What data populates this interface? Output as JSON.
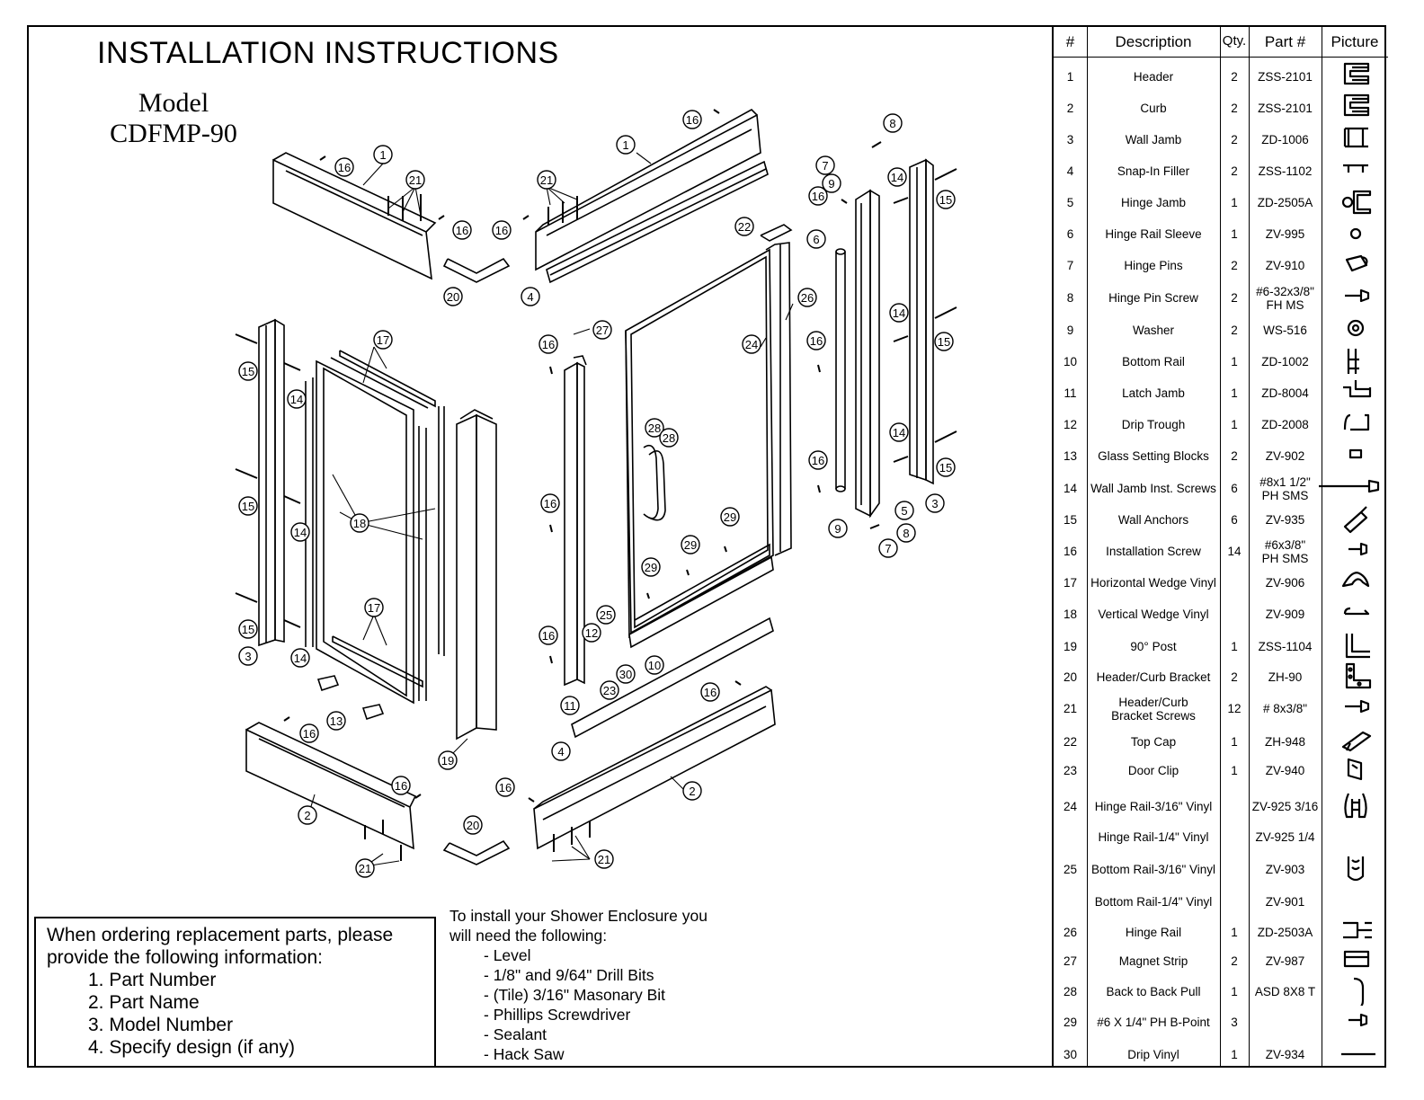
{
  "header": {
    "title": "INSTALLATION INSTRUCTIONS",
    "model_label": "Model",
    "model_number": "CDFMP-90"
  },
  "ordering": {
    "intro": [
      "When ordering replacement parts, please",
      "provide the following information:"
    ],
    "steps": [
      "1. Part Number",
      "2. Part Name",
      "3. Model Number",
      "4. Specify design (if any)"
    ]
  },
  "tools": {
    "intro": [
      "To install your Shower Enclosure you",
      "will need the following:"
    ],
    "items": [
      "- Level",
      "- 1/8\" and 9/64\" Drill Bits",
      "- (Tile) 3/16\" Masonary Bit",
      "- Phillips Screwdriver",
      "- Sealant",
      "- Hack Saw"
    ]
  },
  "parts_table": {
    "headers": [
      "#",
      "Description",
      "Qty.",
      "Part #",
      "Picture"
    ],
    "rows": [
      {
        "num": "1",
        "desc": "Header",
        "qty": "2",
        "part": "ZSS-2101",
        "icon": "header-profile-icon"
      },
      {
        "num": "2",
        "desc": "Curb",
        "qty": "2",
        "part": "ZSS-2101",
        "icon": "curb-profile-icon"
      },
      {
        "num": "3",
        "desc": "Wall Jamb",
        "qty": "2",
        "part": "ZD-1006",
        "icon": "wall-jamb-profile-icon"
      },
      {
        "num": "4",
        "desc": "Snap-In Filler",
        "qty": "2",
        "part": "ZSS-1102",
        "icon": "snap-in-filler-icon"
      },
      {
        "num": "5",
        "desc": "Hinge Jamb",
        "qty": "1",
        "part": "ZD-2505A",
        "icon": "hinge-jamb-icon"
      },
      {
        "num": "6",
        "desc": "Hinge Rail Sleeve",
        "qty": "1",
        "part": "ZV-995",
        "icon": "ring-icon"
      },
      {
        "num": "7",
        "desc": "Hinge Pins",
        "qty": "2",
        "part": "ZV-910",
        "icon": "hinge-pin-icon"
      },
      {
        "num": "8",
        "desc": "Hinge Pin Screw",
        "qty": "2",
        "part": "#6-32x3/8\"\nFH MS",
        "icon": "flat-screw-icon"
      },
      {
        "num": "9",
        "desc": "Washer",
        "qty": "2",
        "part": "WS-516",
        "icon": "washer-icon"
      },
      {
        "num": "10",
        "desc": "Bottom Rail",
        "qty": "1",
        "part": "ZD-1002",
        "icon": "bottom-rail-icon"
      },
      {
        "num": "11",
        "desc": "Latch Jamb",
        "qty": "1",
        "part": "ZD-8004",
        "icon": "latch-jamb-icon"
      },
      {
        "num": "12",
        "desc": "Drip Trough",
        "qty": "1",
        "part": "ZD-2008",
        "icon": "drip-trough-icon"
      },
      {
        "num": "13",
        "desc": "Glass Setting Blocks",
        "qty": "2",
        "part": "ZV-902",
        "icon": "block-icon"
      },
      {
        "num": "14",
        "desc": "Wall Jamb Inst. Screws",
        "qty": "6",
        "part": "#8x1 1/2\"\nPH SMS",
        "icon": "long-screw-icon"
      },
      {
        "num": "15",
        "desc": "Wall Anchors",
        "qty": "6",
        "part": "ZV-935",
        "icon": "anchor-icon"
      },
      {
        "num": "16",
        "desc": "Installation Screw",
        "qty": "14",
        "part": "#6x3/8\"\nPH SMS",
        "icon": "short-screw-icon"
      },
      {
        "num": "17",
        "desc": "Horizontal Wedge Vinyl",
        "qty": "",
        "part": "ZV-906",
        "icon": "wedge-vinyl-icon"
      },
      {
        "num": "18",
        "desc": "Vertical Wedge Vinyl",
        "qty": "",
        "part": "ZV-909",
        "icon": "vertical-vinyl-icon"
      },
      {
        "num": "19",
        "desc": "90° Post",
        "qty": "1",
        "part": "ZSS-1104",
        "icon": "post-profile-icon"
      },
      {
        "num": "20",
        "desc": "Header/Curb Bracket",
        "qty": "2",
        "part": "ZH-90",
        "icon": "bracket-icon"
      },
      {
        "num": "21",
        "desc": "Header/Curb\nBracket Screws",
        "qty": "12",
        "part": "# 8x3/8\"",
        "icon": "bracket-screw-icon"
      },
      {
        "num": "22",
        "desc": "Top Cap",
        "qty": "1",
        "part": "ZH-948",
        "icon": "top-cap-icon"
      },
      {
        "num": "23",
        "desc": "Door Clip",
        "qty": "1",
        "part": "ZV-940",
        "icon": "door-clip-icon"
      },
      {
        "num": "24",
        "desc": "Hinge Rail-3/16\" Vinyl",
        "qty": "",
        "part": "ZV-925 3/16",
        "icon": "hinge-vinyl-icon"
      },
      {
        "num": "",
        "desc": "Hinge Rail-1/4\" Vinyl",
        "qty": "",
        "part": "ZV-925 1/4",
        "icon": ""
      },
      {
        "num": "25",
        "desc": "Bottom Rail-3/16\" Vinyl",
        "qty": "",
        "part": "ZV-903",
        "icon": "bottom-vinyl-icon"
      },
      {
        "num": "",
        "desc": "Bottom Rail-1/4\" Vinyl",
        "qty": "",
        "part": "ZV-901",
        "icon": ""
      },
      {
        "num": "26",
        "desc": "Hinge Rail",
        "qty": "1",
        "part": "ZD-2503A",
        "icon": "hinge-rail-icon"
      },
      {
        "num": "27",
        "desc": "Magnet Strip",
        "qty": "2",
        "part": "ZV-987",
        "icon": "magnet-strip-icon"
      },
      {
        "num": "28",
        "desc": "Back to Back Pull",
        "qty": "1",
        "part": "ASD 8X8 T",
        "icon": "pull-handle-icon"
      },
      {
        "num": "29",
        "desc": "#6 X 1/4\" PH B-Point",
        "qty": "3",
        "part": "",
        "icon": "b-point-screw-icon"
      },
      {
        "num": "30",
        "desc": "Drip Vinyl",
        "qty": "1",
        "part": "ZV-934",
        "icon": "drip-vinyl-icon"
      }
    ]
  },
  "callouts": [
    "1",
    "1",
    "2",
    "2",
    "3",
    "3",
    "4",
    "4",
    "5",
    "6",
    "7",
    "7",
    "8",
    "8",
    "9",
    "9",
    "10",
    "11",
    "12",
    "13",
    "14",
    "14",
    "14",
    "14",
    "14",
    "14",
    "15",
    "15",
    "15",
    "15",
    "15",
    "15",
    "16",
    "16",
    "16",
    "16",
    "16",
    "16",
    "16",
    "16",
    "16",
    "16",
    "16",
    "16",
    "16",
    "16",
    "17",
    "17",
    "18",
    "19",
    "20",
    "20",
    "21",
    "21",
    "21",
    "21",
    "22",
    "23",
    "24",
    "25",
    "26",
    "27",
    "28",
    "28",
    "29",
    "29",
    "29",
    "30"
  ]
}
